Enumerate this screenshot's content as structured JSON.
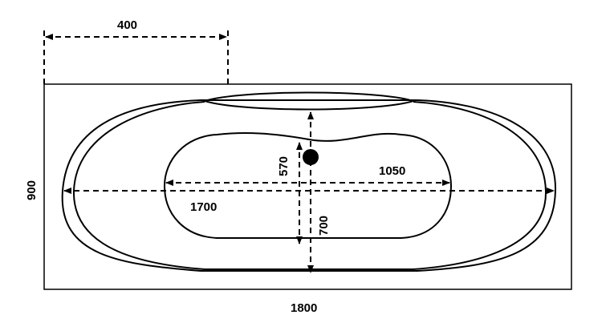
{
  "dimensions": {
    "overflow_offset": "400",
    "width_total": "900",
    "inner_upper_depth": "570",
    "inner_half_length": "1050",
    "inner_length": "1700",
    "inner_lower_depth": "700",
    "length_total": "1800"
  },
  "colors": {
    "line": "#000000",
    "background": "#ffffff"
  }
}
